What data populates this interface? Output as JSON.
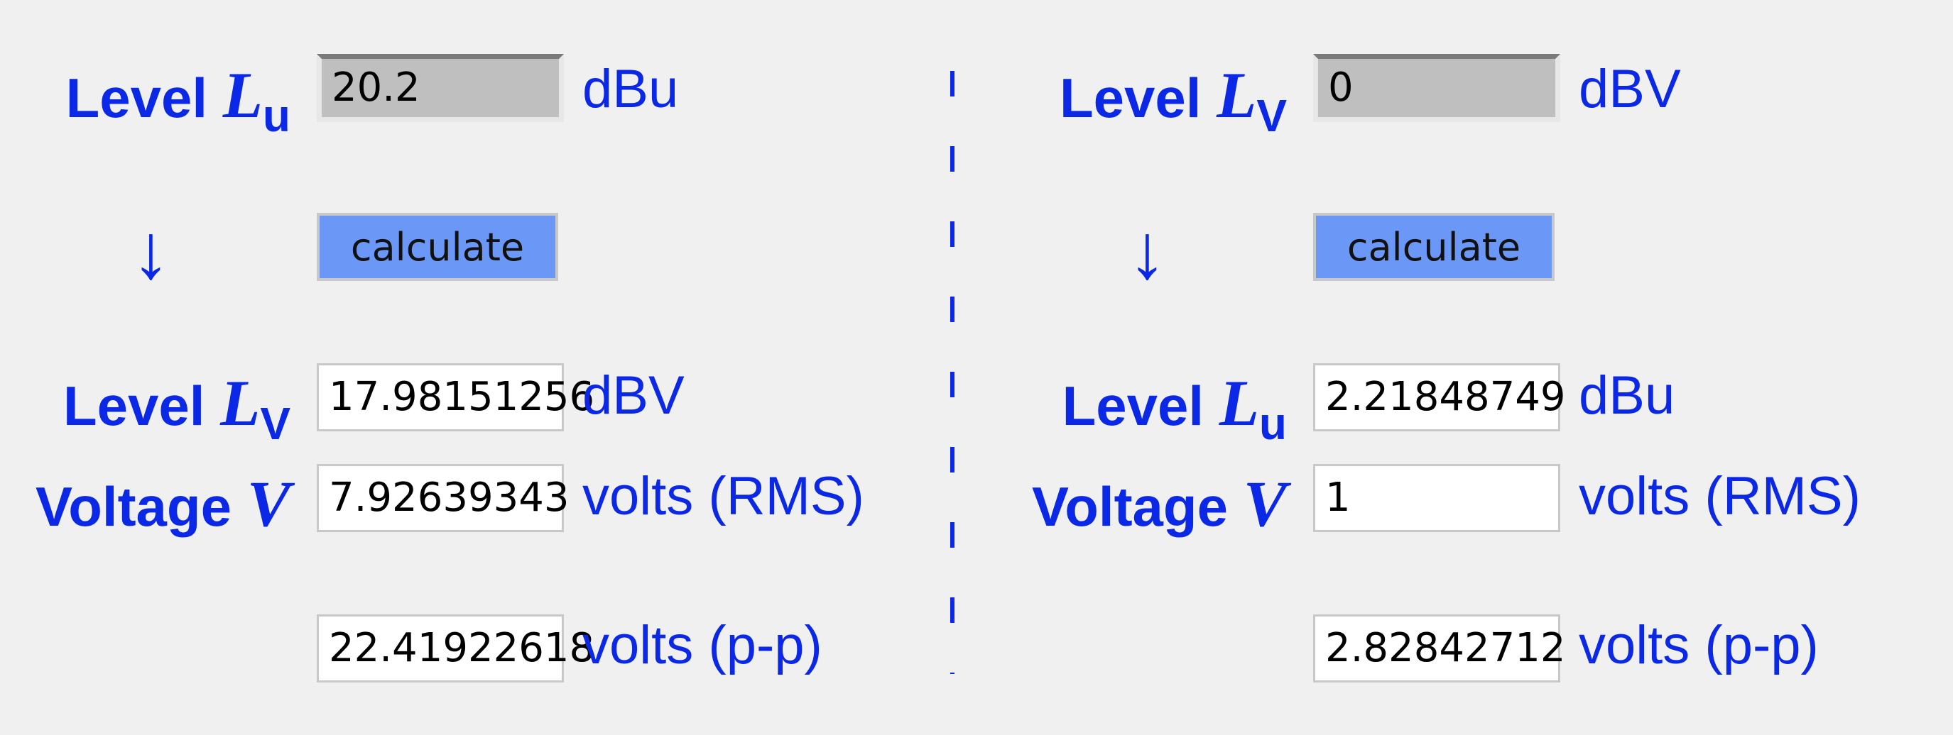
{
  "left": {
    "input_label": "Level",
    "input_var": "L",
    "input_sub": "u",
    "input_value": "20.2",
    "input_unit": "dBu",
    "arrow": "↓",
    "calculate_label": "calculate",
    "out_level_label": "Level",
    "out_level_var": "L",
    "out_level_sub": "V",
    "out_level_value": "17.98151256",
    "out_level_unit": "dBV",
    "voltage_label": "Voltage",
    "voltage_var": "V",
    "voltage_value": "7.92639343",
    "voltage_unit": "volts (RMS)",
    "pp_value": "22.41922618",
    "pp_unit": "volts (p-p)"
  },
  "right": {
    "input_label": "Level",
    "input_var": "L",
    "input_sub": "V",
    "input_value": "0",
    "input_unit": "dBV",
    "arrow": "↓",
    "calculate_label": "calculate",
    "out_level_label": "Level",
    "out_level_var": "L",
    "out_level_sub": "u",
    "out_level_value": "2.21848749",
    "out_level_unit": "dBu",
    "voltage_label": "Voltage",
    "voltage_var": "V",
    "voltage_value": "1",
    "voltage_unit": "volts (RMS)",
    "pp_value": "2.82842712",
    "pp_unit": "volts (p-p)"
  }
}
